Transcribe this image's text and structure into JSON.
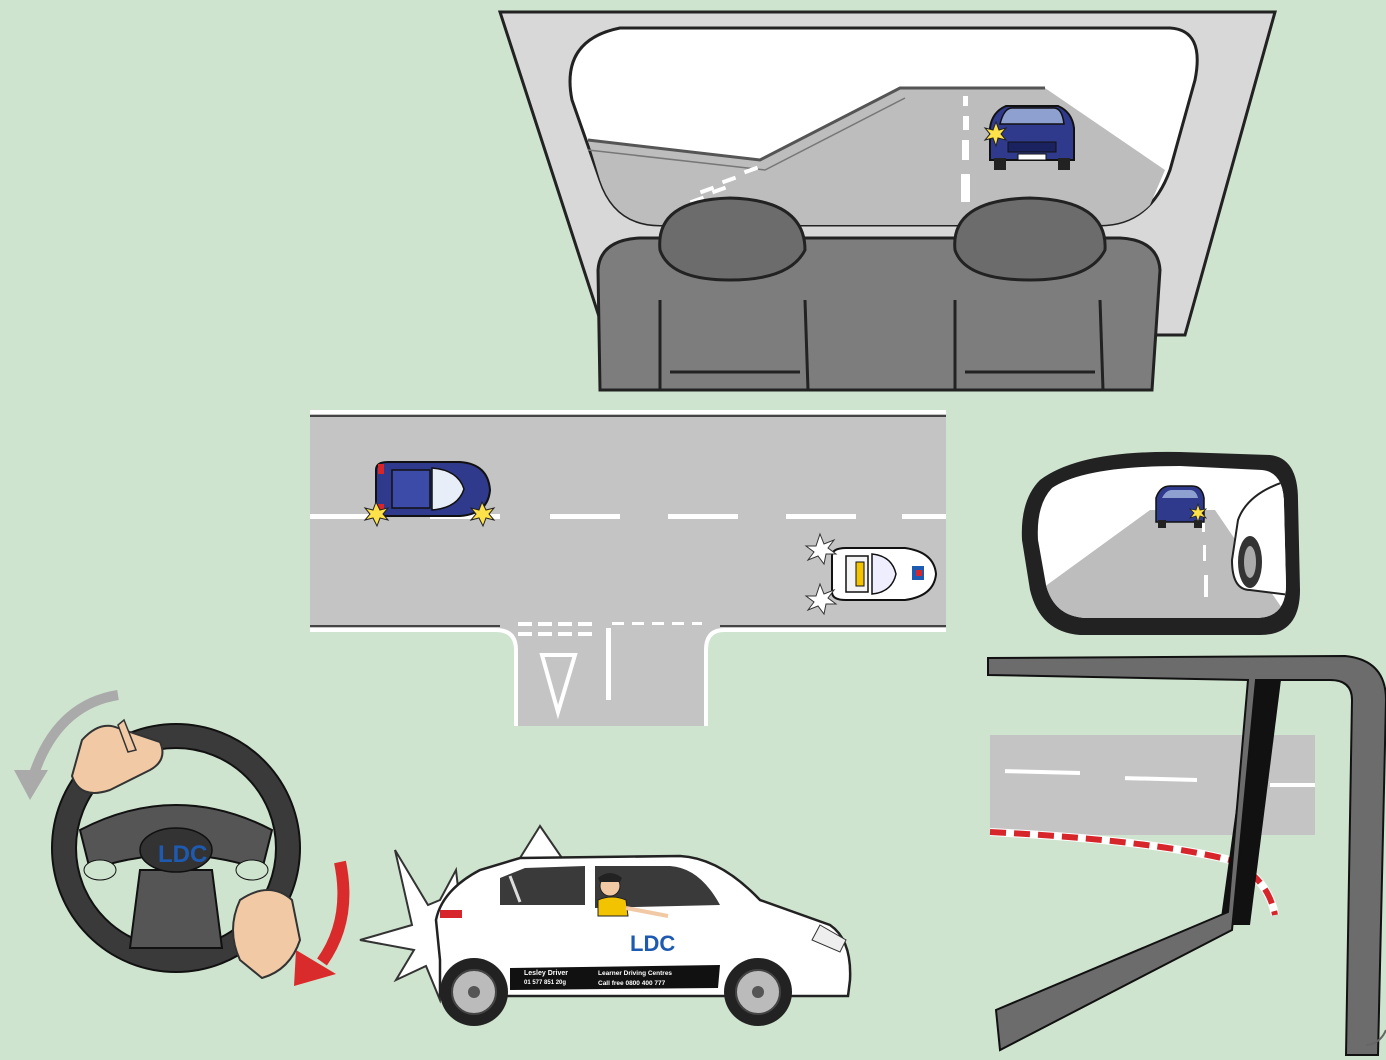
{
  "colors": {
    "background": "#cfe4cf",
    "road": "#c4c4c4",
    "ldc_blue": "#1e5bb0",
    "ldc_red": "#d6262b",
    "ldc_yellow": "#f2c300",
    "arrow_red": "#d92b2b",
    "car_blue": "#2f3a8c",
    "hazard_yellow": "#ffe14a"
  },
  "icons": {
    "rear_window": "rear-window-view-icon",
    "road_plan": "road-junction-plan-icon",
    "side_mirror": "side-mirror-icon",
    "blind_spot": "blind-spot-pillar-icon",
    "steering": "steering-wheel-icon",
    "car": "learner-car-icon"
  },
  "logo": {
    "text": "LDC"
  },
  "car_livery": {
    "driver_name": "Lesley Driver",
    "driver_phone": "01 577 851 20g",
    "centre_line": "Learner Driving Centres",
    "freephone": "Call free 0800 400 777"
  }
}
